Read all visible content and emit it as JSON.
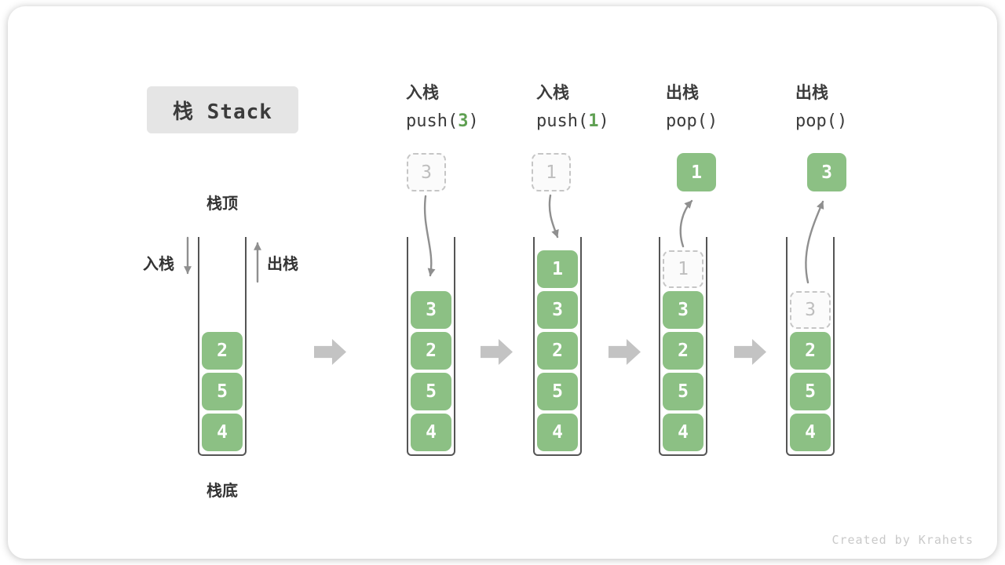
{
  "title": {
    "label": "栈 Stack"
  },
  "labels": {
    "stack_top": "栈顶",
    "stack_bottom": "栈底",
    "push_side": "入栈",
    "pop_side": "出栈"
  },
  "operations": [
    {
      "action": "入栈",
      "code_prefix": "push(",
      "code_arg": "3",
      "code_suffix": ")"
    },
    {
      "action": "入栈",
      "code_prefix": "push(",
      "code_arg": "1",
      "code_suffix": ")"
    },
    {
      "action": "出栈",
      "code_prefix": "pop(",
      "code_arg": "",
      "code_suffix": ")"
    },
    {
      "action": "出栈",
      "code_prefix": "pop(",
      "code_arg": "",
      "code_suffix": ")"
    }
  ],
  "stacks": [
    {
      "blocks": [
        "2",
        "5",
        "4"
      ]
    },
    {
      "incoming": "3",
      "blocks": [
        "3",
        "2",
        "5",
        "4"
      ]
    },
    {
      "incoming": "1",
      "blocks": [
        "1",
        "3",
        "2",
        "5",
        "4"
      ]
    },
    {
      "popped": "1",
      "ghost": "1",
      "blocks": [
        "3",
        "2",
        "5",
        "4"
      ]
    },
    {
      "popped": "3",
      "ghost": "3",
      "blocks": [
        "2",
        "5",
        "4"
      ]
    }
  ],
  "colors": {
    "block_green": "#8cc084",
    "code_arg_green": "#5fa052",
    "arrow_gray": "#8f8f8f",
    "block_arrow_gray": "#c3c3c3",
    "ghost_border": "#c6c6c6",
    "ghost_text": "#bebebe",
    "title_bg": "#e5e5e5",
    "text_dark": "#3b3b3b",
    "wall_dark": "#555555",
    "watermark_gray": "#c9c9c9"
  },
  "watermark": "Created by Krahets"
}
